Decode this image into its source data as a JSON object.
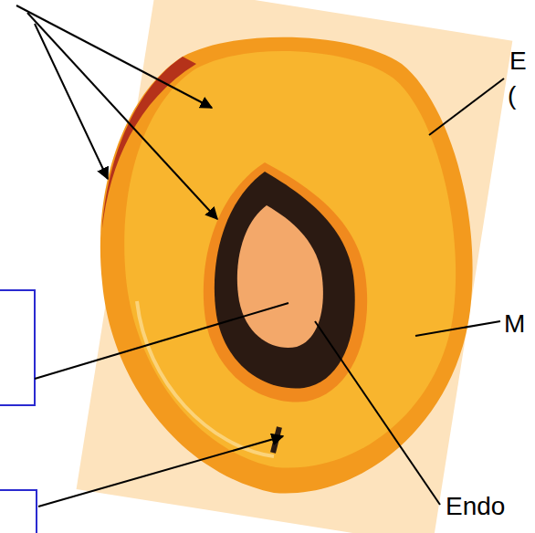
{
  "diagram": {
    "labels": [
      "E",
      "(",
      "M",
      "Endo"
    ]
  }
}
